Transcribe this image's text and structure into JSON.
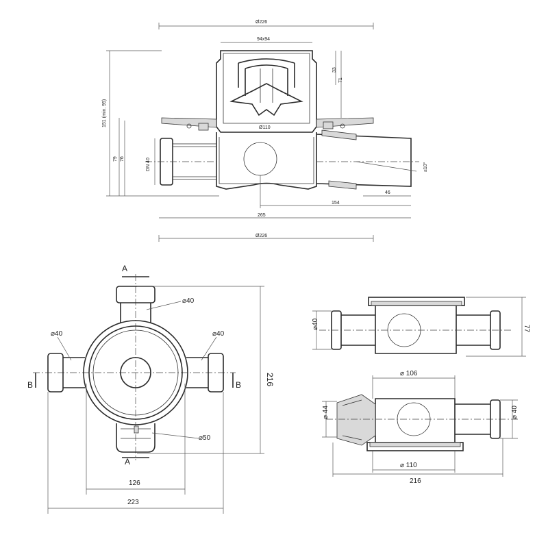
{
  "side_view": {
    "top_dia": "Ø226",
    "grate": "94x94",
    "dim_33": "33",
    "dim_71": "71",
    "body_dia": "Ø110",
    "height_total": "151 (min. 95)",
    "dim_79": "79",
    "dim_76": "76",
    "dn": "DN 40",
    "slope": "≤10°",
    "dim_46": "46",
    "dim_154": "154",
    "dim_265": "265",
    "bottom_dia": "Ø226"
  },
  "plan_view": {
    "section_a_top": "A",
    "section_a_bottom": "A",
    "section_b_left": "B",
    "section_b_right": "B",
    "dia_top": "⌀40",
    "dia_left": "⌀40",
    "dia_right": "⌀40",
    "dia_bottom": "⌀50",
    "dim_216": "216",
    "dim_126": "126",
    "dim_223": "223"
  },
  "section_views": {
    "upper_left_dia": "⌀40",
    "upper_height": "77",
    "lower_top_dia": "⌀ 106",
    "lower_left_dia": "⌀ 44",
    "lower_right_dia": "⌀ 40",
    "lower_bottom_dia": "⌀ 110",
    "lower_width": "216"
  }
}
